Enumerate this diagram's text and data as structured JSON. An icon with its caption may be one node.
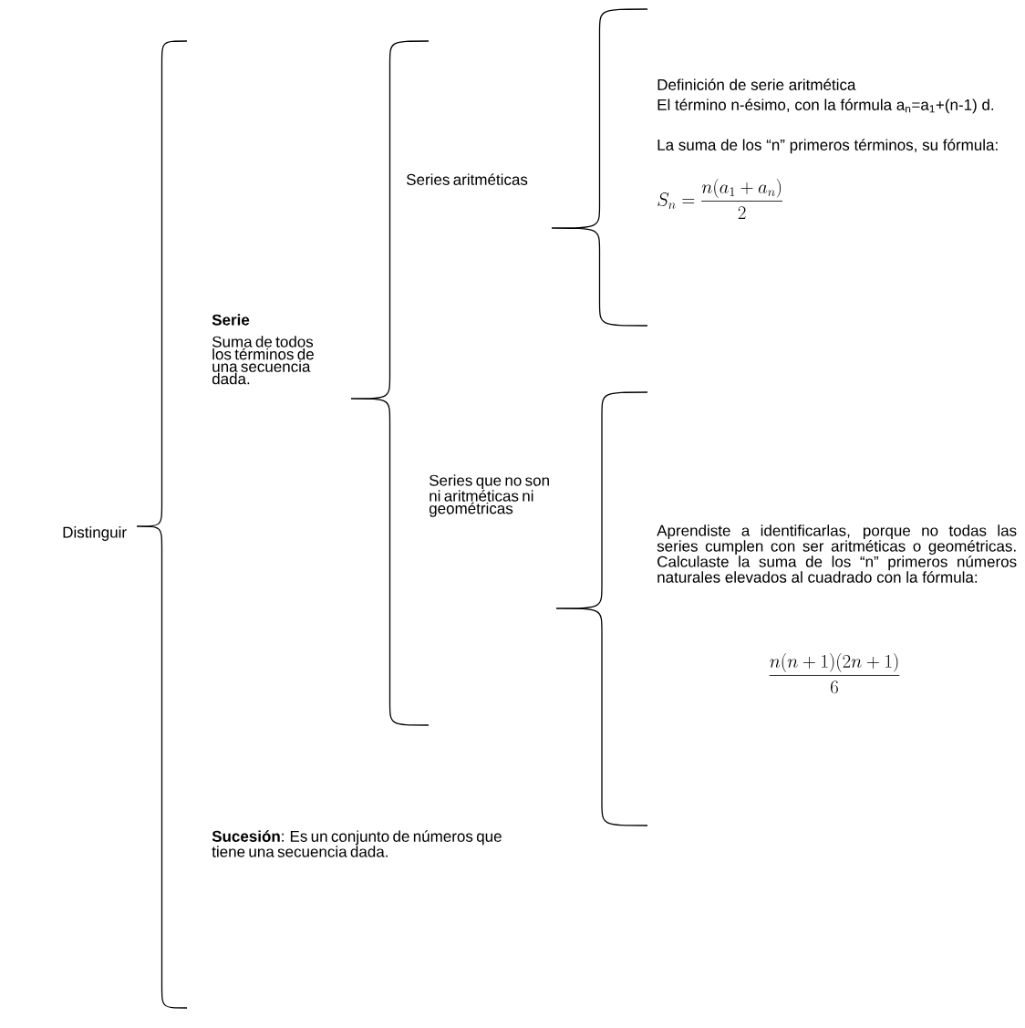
{
  "diagram": {
    "labels": [
      "Distinguir",
      "Serie",
      "Suma de todos los términos de una secuencia dada.",
      "Series aritméticas",
      "Definición de serie aritmética",
      "El término n-ésimo, con la fórmula a$_{n}$=a$_{1}$+(n-1) d.",
      "La suma de los “n” primeros términos, su fórmula:",
      "S_n = \\frac{n(a_1 + a_n)}{2}",
      "Series que no son ni aritméticas ni geométricas",
      "Aprendiste a identificarlas, porque no todas las series cumplen con ser aritméticas o geométricas. Calculaste la suma de los “n” primeros números naturales elevados al cuadrado con la fórmula:",
      "\\frac{n(n+1)(2n+1)}{6}",
      "**Sucesión**: Es un conjunto de números que tiene una secuencia dada."
    ]
  }
}
